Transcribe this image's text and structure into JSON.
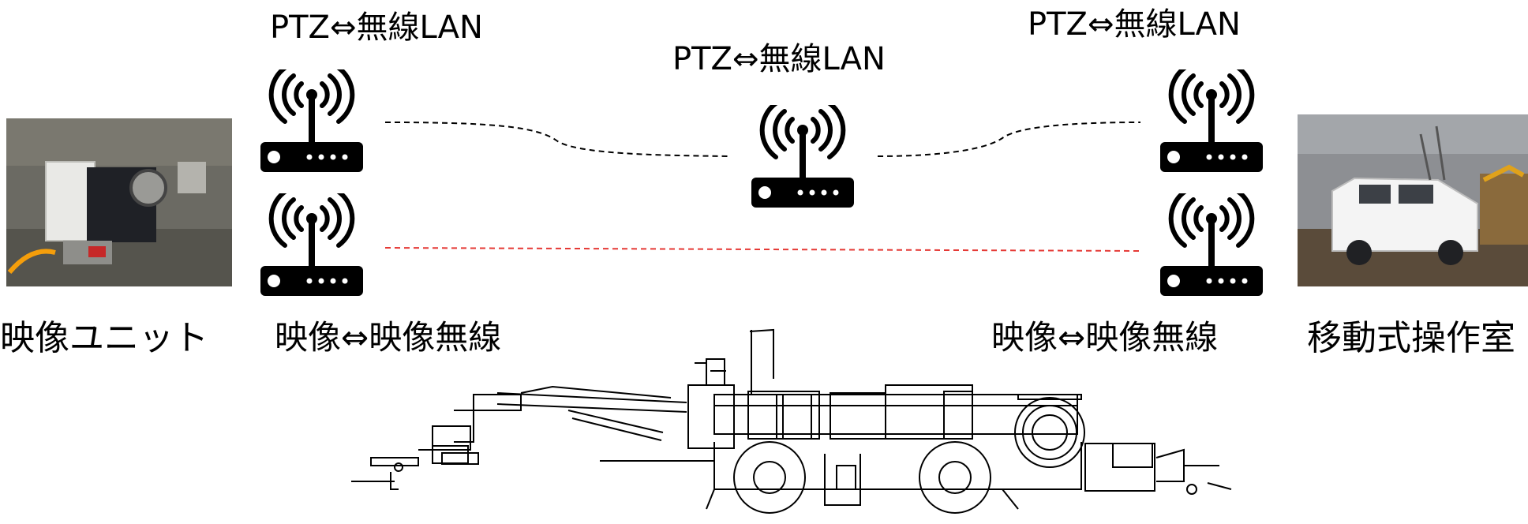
{
  "labels": {
    "ptz_left": "PTZ⇔無線LAN",
    "ptz_center": "PTZ⇔無線LAN",
    "ptz_right": "PTZ⇔無線LAN",
    "video_left": "映像⇔映像無線",
    "video_right": "映像⇔映像無線",
    "unit_left": "映像ユニット",
    "unit_right": "移動式操作室"
  },
  "colors": {
    "icon": "#000000",
    "ptz_link": "#000000",
    "video_link": "#e53935"
  },
  "icons": {
    "router": "wifi-router-icon"
  }
}
